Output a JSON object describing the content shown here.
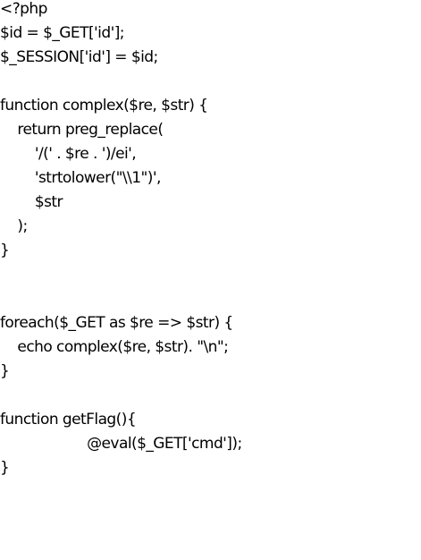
{
  "code": {
    "lines": [
      "<?php",
      "$id = $_GET['id'];",
      "$_SESSION['id'] = $id;",
      "",
      "function complex($re, $str) {",
      "    return preg_replace(",
      "        '/(' . $re . ')/ei',",
      "        'strtolower(\"\\\\1\")',",
      "        $str",
      "    );",
      "}",
      "",
      "",
      "foreach($_GET as $re => $str) {",
      "    echo complex($re, $str). \"\\n\";",
      "}",
      "",
      "function getFlag(){",
      "                    @eval($_GET['cmd']);",
      "}"
    ]
  }
}
